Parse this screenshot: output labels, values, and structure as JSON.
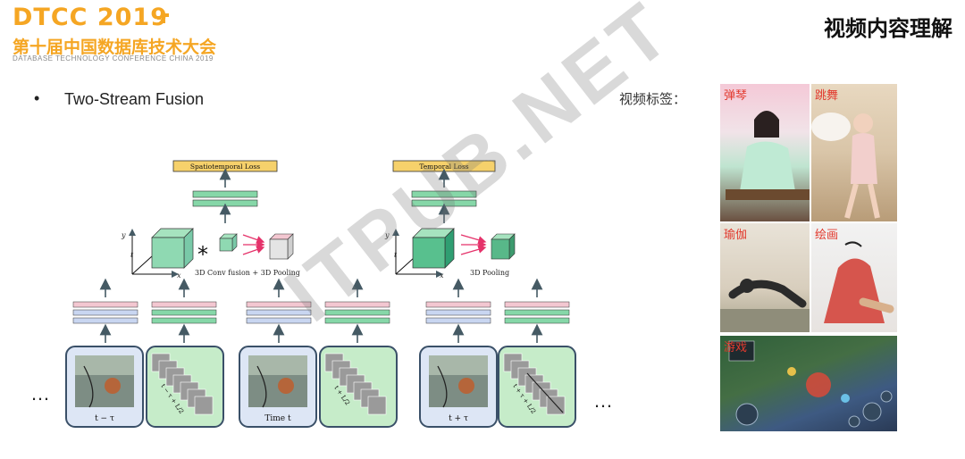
{
  "header": {
    "logo_title": "DTCC 2019",
    "logo_cn": "第十届中国数据库技术大会",
    "logo_en": "DATABASE TECHNOLOGY CONFERENCE CHINA 2019",
    "page_title": "视频内容理解"
  },
  "content": {
    "bullet": "•",
    "bullet_text": "Two-Stream Fusion"
  },
  "diagram": {
    "spatiotemporal_loss": "Spatiotemporal Loss",
    "temporal_loss": "Temporal Loss",
    "conv_fusion_caption": "3D Conv fusion + 3D Pooling",
    "pooling_caption": "3D Pooling",
    "axis_y": "y",
    "axis_t": "t",
    "axis_x": "x",
    "conv_symbol": "*",
    "frames": [
      {
        "caption": "t − τ"
      },
      {
        "caption": "Time t"
      },
      {
        "caption": "t + τ"
      }
    ],
    "flow_labels": [
      "t − τ + L/2",
      "t + L/2",
      "t + τ + L/2"
    ],
    "ellipsis_left": "…",
    "ellipsis_right": "…"
  },
  "tags": {
    "label": "视频标签：",
    "items": [
      {
        "label": "弹琴"
      },
      {
        "label": "跳舞"
      },
      {
        "label": "瑜伽"
      },
      {
        "label": "绘画"
      },
      {
        "label": "游戏"
      }
    ]
  },
  "watermark": "ITPUB.NET",
  "colors": {
    "brand_orange": "#f5a623",
    "frame_blue": "#dde6f5",
    "frame_green": "#c6ecc9",
    "loss_yellow": "#f6d16b",
    "tag_red": "#e23a2e"
  }
}
